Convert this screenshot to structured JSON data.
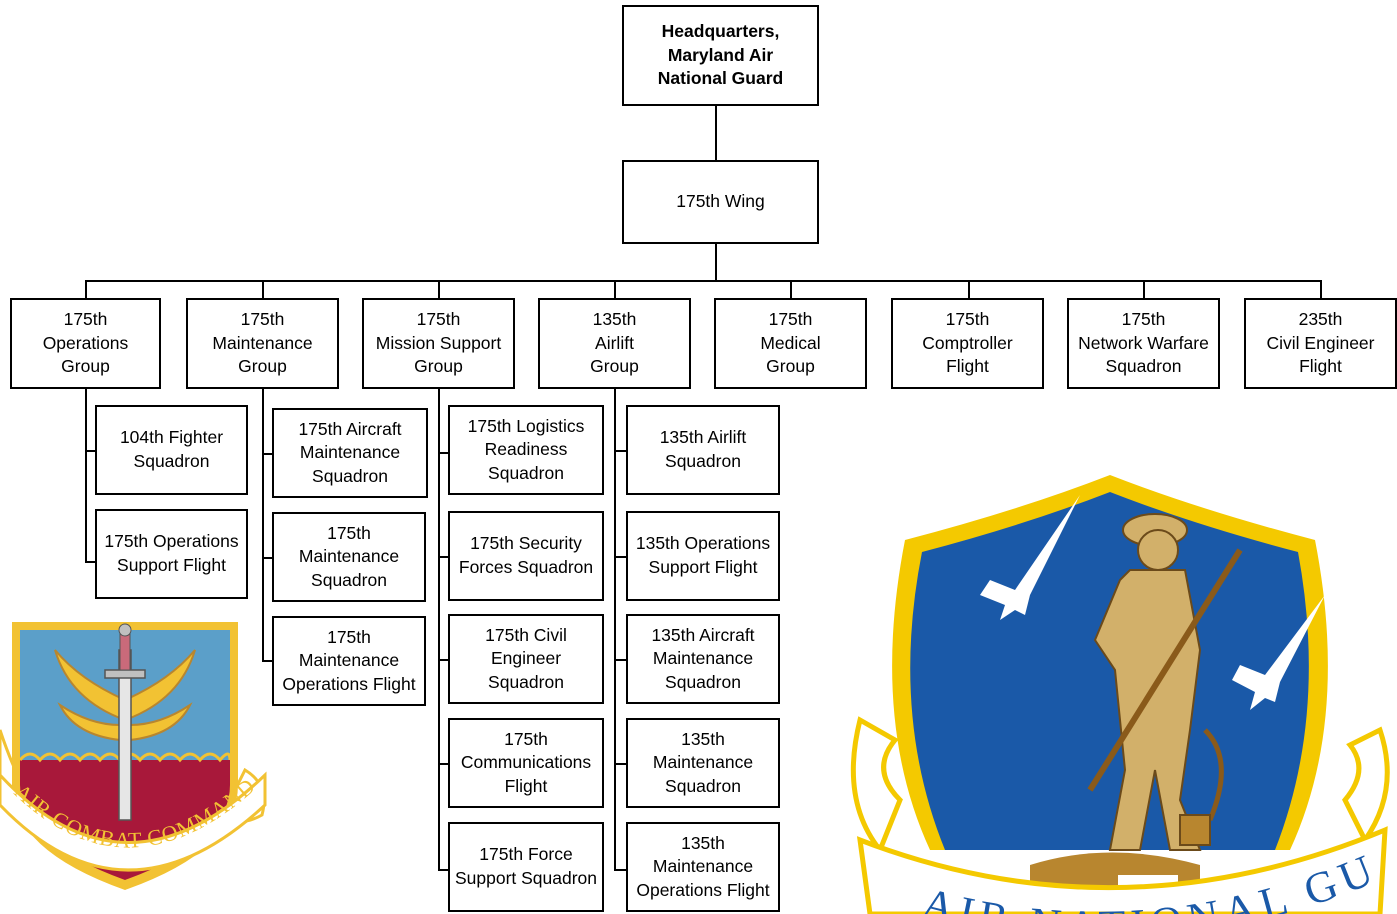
{
  "hq": {
    "label": "Headquarters,\nMaryland Air\nNational Guard"
  },
  "wing": {
    "label": "175th Wing"
  },
  "groups": [
    {
      "label": "175th\nOperations\nGroup"
    },
    {
      "label": "175th\nMaintenance\nGroup"
    },
    {
      "label": "175th\nMission Support\nGroup"
    },
    {
      "label": "135th\nAirlift\nGroup"
    },
    {
      "label": "175th\nMedical\nGroup"
    },
    {
      "label": "175th\nComptroller\nFlight"
    },
    {
      "label": "175th\nNetwork Warfare\nSquadron"
    },
    {
      "label": "235th\nCivil Engineer\nFlight"
    }
  ],
  "operations_units": [
    {
      "label": "104th Fighter\nSquadron"
    },
    {
      "label": "175th Operations\nSupport Flight"
    }
  ],
  "maintenance_units": [
    {
      "label": "175th Aircraft\nMaintenance\nSquadron"
    },
    {
      "label": "175th\nMaintenance\nSquadron"
    },
    {
      "label": "175th\nMaintenance\nOperations Flight"
    }
  ],
  "mission_support_units": [
    {
      "label": "175th Logistics\nReadiness\nSquadron"
    },
    {
      "label": "175th Security\nForces Squadron"
    },
    {
      "label": "175th Civil\nEngineer\nSquadron"
    },
    {
      "label": "175th\nCommunications\nFlight"
    },
    {
      "label": "175th Force\nSupport Squadron"
    }
  ],
  "airlift_units": [
    {
      "label": "135th Airlift\nSquadron"
    },
    {
      "label": "135th Operations\nSupport Flight"
    },
    {
      "label": "135th Aircraft\nMaintenance\nSquadron"
    },
    {
      "label": "135th\nMaintenance\nSquadron"
    },
    {
      "label": "135th\nMaintenance\nOperations Flight"
    }
  ],
  "emblems": {
    "acc": {
      "icon": "air-combat-command-shield-icon",
      "text": "AIR COMBAT COMMAND"
    },
    "ang": {
      "icon": "air-national-guard-shield-icon",
      "text": "AIR NATIONAL GUARD"
    }
  },
  "colors": {
    "acc_blue": "#5b9fc9",
    "acc_maroon": "#a8183a",
    "acc_gold": "#f2c233",
    "ang_blue": "#1a59a8",
    "ang_gold": "#f4c900",
    "ang_bronze": "#b8862f"
  }
}
